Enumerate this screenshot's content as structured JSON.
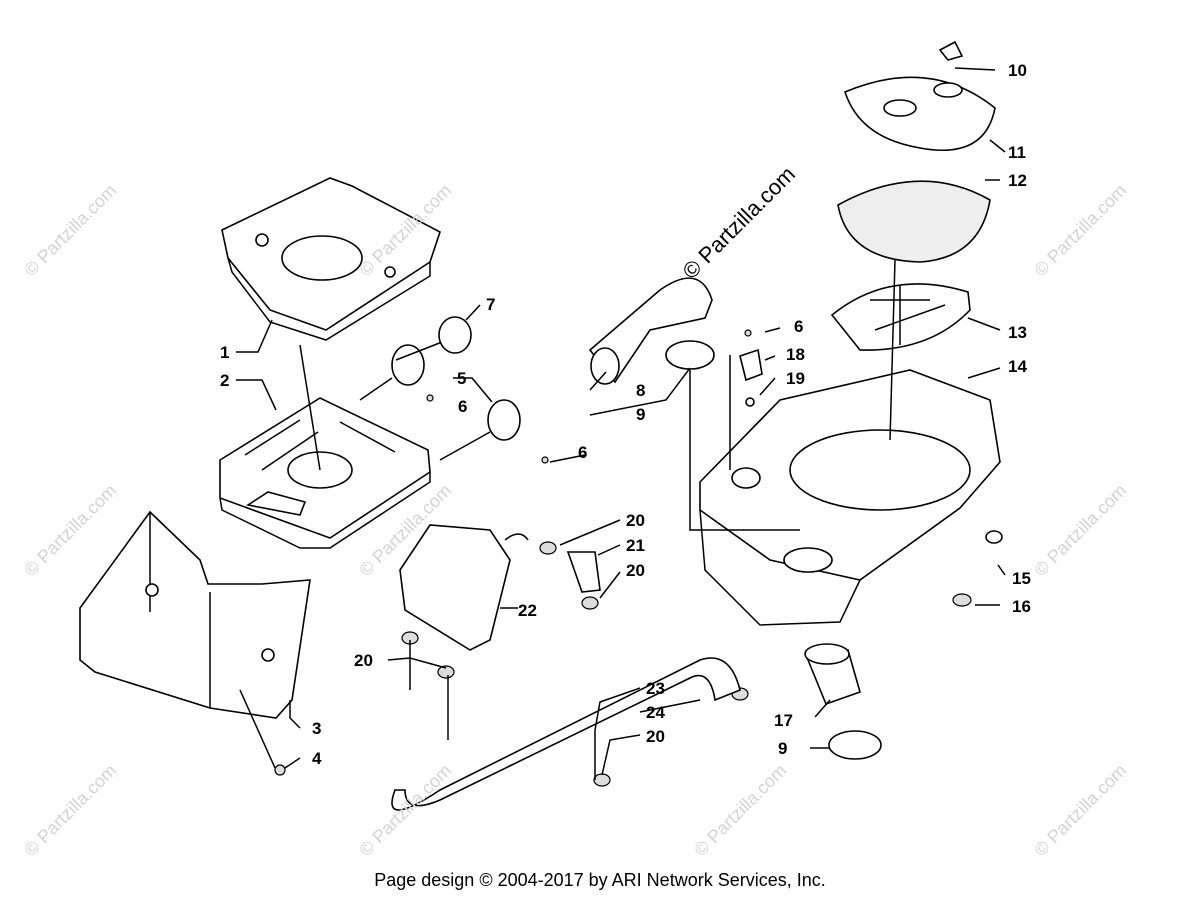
{
  "watermark": "© Partzilla.com",
  "main_watermark": "© Partzilla.com",
  "footer": "Page design © 2004-2017 by ARI Network Services, Inc.",
  "callouts": [
    "1",
    "2",
    "3",
    "4",
    "5",
    "6",
    "6",
    "6",
    "7",
    "8",
    "9",
    "9",
    "10",
    "11",
    "12",
    "13",
    "14",
    "15",
    "16",
    "17",
    "18",
    "19",
    "20",
    "20",
    "20",
    "20",
    "20",
    "21",
    "22",
    "23",
    "24"
  ]
}
